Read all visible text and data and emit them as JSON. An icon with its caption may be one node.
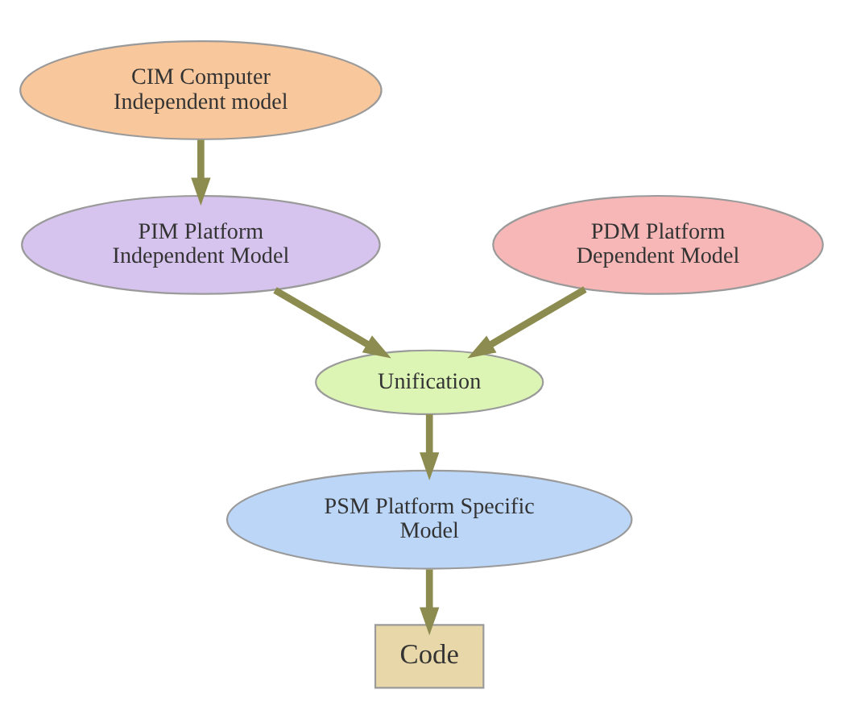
{
  "diagram": {
    "nodes": [
      {
        "text": [
          "CIM Computer Independent model"
        ]
      },
      {
        "text": [
          "PIM Platform Independent Model"
        ]
      },
      {
        "text": [
          "PDM Platform Dependent Model"
        ]
      },
      {
        "text": [
          "Unification"
        ]
      },
      {
        "text": [
          "PSM Platform Specific Model"
        ]
      },
      {
        "text": [
          "Code"
        ]
      }
    ],
    "edges": [
      {
        "from": 0,
        "to": 1,
        "arrow": "to"
      },
      {
        "from": 1,
        "to": 3,
        "arrow": "to"
      },
      {
        "from": 2,
        "to": 3,
        "arrow": "to"
      },
      {
        "from": 3,
        "to": 4,
        "arrow": "to"
      },
      {
        "from": 4,
        "to": 5,
        "arrow": "to"
      }
    ]
  }
}
